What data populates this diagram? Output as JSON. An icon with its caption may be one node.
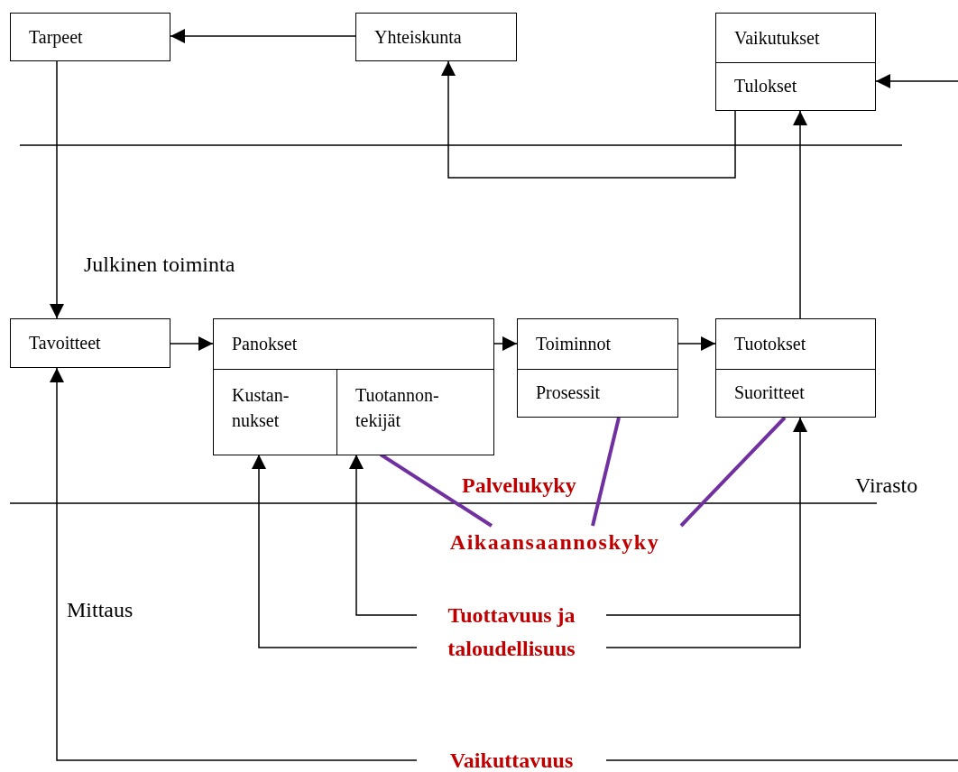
{
  "diagram": {
    "nodes": [
      {
        "text": [
          "Tarpeet"
        ]
      },
      {
        "text": [
          "Yhteiskunta"
        ]
      },
      {
        "text": [
          "Vaikutukset",
          "Tulokset"
        ]
      },
      {
        "text": [
          "Tavoitteet"
        ]
      },
      {
        "text": [
          "Panokset"
        ]
      },
      {
        "text": [
          "Kustan- nukset"
        ],
        "in": 4
      },
      {
        "text": [
          "Tuotannon- tekijät"
        ],
        "in": 4
      },
      {
        "text": [
          "Toiminnot",
          "Prosessit"
        ]
      },
      {
        "text": [
          "Tuotokset",
          "Suoritteet"
        ]
      },
      {
        "text": [
          "Aikaansaannoskyky"
        ]
      },
      {
        "text": [
          "Tuottavuus ja taloudellisuus"
        ]
      },
      {
        "text": [
          "Vaikuttavuus"
        ]
      }
    ],
    "edges": [
      {
        "from": 1,
        "to": 0,
        "arrow": "to"
      },
      {
        "from": 0,
        "to": 3,
        "arrow": "to"
      },
      {
        "from": 2,
        "to": 1,
        "arrow": "to"
      },
      {
        "from": null,
        "to": 2,
        "arrow": "to"
      },
      {
        "from": 8,
        "to": 2,
        "arrow": "to"
      },
      {
        "from": 3,
        "to": 4,
        "arrow": "to"
      },
      {
        "from": 4,
        "to": 7,
        "arrow": "to"
      },
      {
        "from": 7,
        "to": 8,
        "arrow": "to"
      },
      {
        "from": 6,
        "to": 9,
        "arrow": "none",
        "style": "thick",
        "color": "#7030a0"
      },
      {
        "from": 7,
        "to": 9,
        "arrow": "none",
        "style": "thick",
        "color": "#7030a0"
      },
      {
        "from": 8,
        "to": 9,
        "arrow": "none",
        "style": "thick",
        "color": "#7030a0"
      },
      {
        "from": 10,
        "to": 5,
        "arrow": "to"
      },
      {
        "from": 10,
        "to": 6,
        "arrow": "to"
      },
      {
        "from": 10,
        "to": 8,
        "arrow": "to"
      },
      {
        "from": 11,
        "to": 3,
        "arrow": "to"
      },
      {
        "from": 11,
        "to": null,
        "arrow": "none"
      }
    ],
    "labels": [
      "Julkinen toiminta",
      "Palvelukyky",
      "Virasto",
      "Mittaus"
    ]
  }
}
